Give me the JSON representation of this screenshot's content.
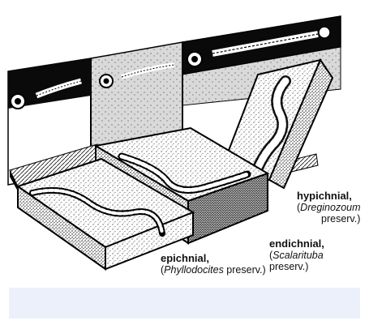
{
  "figure": {
    "labels": {
      "hypichnial": {
        "term": "hypichnial,",
        "open": "(",
        "genus": "Dreginozoum",
        "suffix": "preserv.)"
      },
      "endichnial": {
        "term": "endichnial,",
        "open": "(",
        "genus": "Scalarituba",
        "suffix": "preserv.)"
      },
      "epichnial": {
        "term": "epichnial,",
        "open": "(",
        "genus": "Phyllodocites",
        "suffix": " preserv.)"
      }
    }
  },
  "colors": {
    "ink": "#111111",
    "caption_bar": "#ebf0fb",
    "background": "#ffffff"
  }
}
